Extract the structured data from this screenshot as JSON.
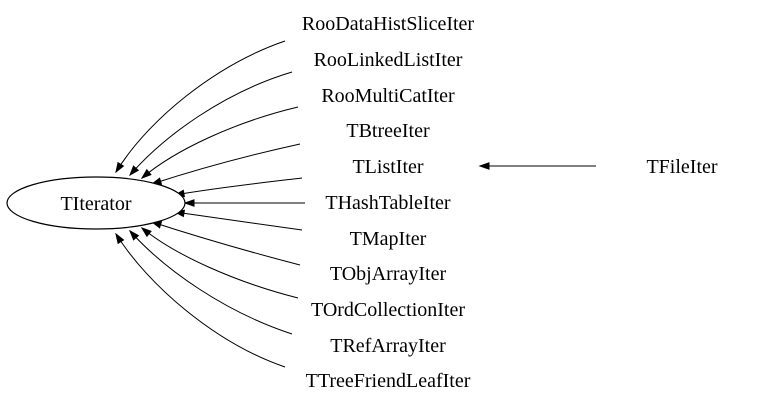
{
  "diagram": {
    "root": {
      "label": "TIterator"
    },
    "children": [
      {
        "label": "RooDataHistSliceIter"
      },
      {
        "label": "RooLinkedListIter"
      },
      {
        "label": "RooMultiCatIter"
      },
      {
        "label": "TBtreeIter"
      },
      {
        "label": "TListIter"
      },
      {
        "label": "THashTableIter"
      },
      {
        "label": "TMapIter"
      },
      {
        "label": "TObjArrayIter"
      },
      {
        "label": "TOrdCollectionIter"
      },
      {
        "label": "TRefArrayIter"
      },
      {
        "label": "TTreeFriendLeafIter"
      }
    ],
    "extra": {
      "label": "TFileIter",
      "inherits_from": "TListIter"
    },
    "colors": {
      "stroke": "#000000",
      "background": "#ffffff"
    }
  }
}
